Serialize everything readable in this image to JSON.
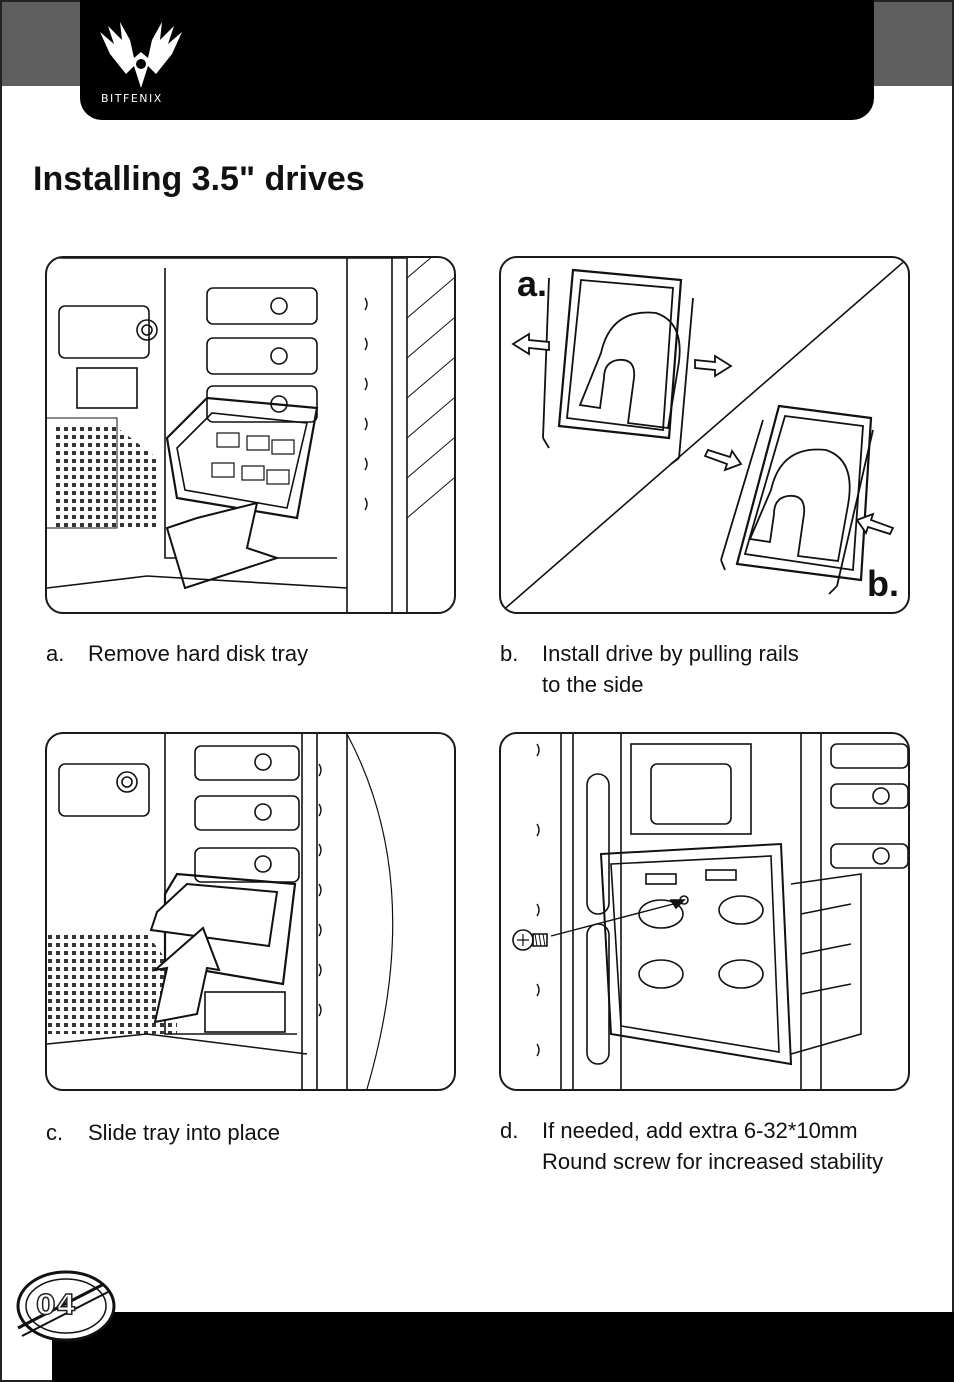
{
  "header": {
    "brand_name": "BITFENIX",
    "logo_icon": "bitfenix-phoenix-logo-icon"
  },
  "page_title": "Installing 3.5\" drives",
  "panels": {
    "b_diagram": {
      "label_a": "a.",
      "label_b": "b."
    }
  },
  "captions": [
    {
      "letter": "a.",
      "lines": [
        "Remove hard disk tray"
      ]
    },
    {
      "letter": "b.",
      "lines": [
        "Install drive by pulling rails",
        "to the side"
      ]
    },
    {
      "letter": "c.",
      "lines": [
        "Slide tray into place"
      ]
    },
    {
      "letter": "d.",
      "lines": [
        "If needed, add extra 6-32*10mm",
        "Round screw for increased stability"
      ]
    }
  ],
  "footer": {
    "page_number": "04"
  },
  "colors": {
    "header": "#000000",
    "side_gray": "#5e5e5e",
    "line": "#111111"
  }
}
